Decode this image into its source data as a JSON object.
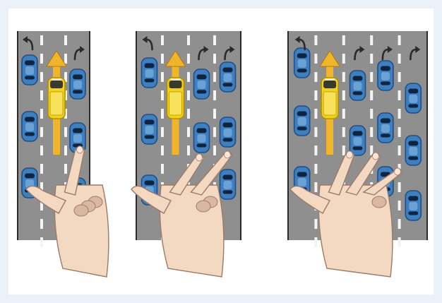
{
  "colors": {
    "page_bg": "#ffffff",
    "frame": "#eaf1f9",
    "road": "#8f8f8f",
    "road_edge": "#2b2b2b",
    "lane_dash": "#f4f4f4",
    "car_body": "#3e7fc0",
    "car_dark": "#1f4f86",
    "car_glass": "#10243f",
    "car_light": "#8fbfe8",
    "ambulance_body": "#f5d21a",
    "ambulance_dark": "#b39100",
    "arrow": "#f0b52a",
    "arrow_dark": "#b47b0c",
    "turn_arrow": "#2a2a2a",
    "skin": "#f3d8c2",
    "skin_shadow": "#d9b8a0",
    "skin_line": "#9c7a66"
  },
  "panels": [
    {
      "id": "two-lane",
      "lanes": 3,
      "ambulance_lane": 2,
      "fingers_raised": 1,
      "arrow_icons": [
        "curved-arrow-icon",
        "up-arrow-icon",
        "curved-arrow-icon"
      ]
    },
    {
      "id": "three-lane",
      "lanes": 4,
      "ambulance_lane": 2,
      "fingers_raised": 2,
      "arrow_icons": [
        "curved-arrow-icon",
        "up-arrow-icon",
        "curved-arrow-icon",
        "curved-arrow-icon"
      ]
    },
    {
      "id": "four-lane",
      "lanes": 5,
      "ambulance_lane": 2,
      "fingers_raised": 3,
      "arrow_icons": [
        "curved-arrow-icon",
        "up-arrow-icon",
        "curved-arrow-icon",
        "curved-arrow-icon",
        "curved-arrow-icon"
      ]
    }
  ]
}
